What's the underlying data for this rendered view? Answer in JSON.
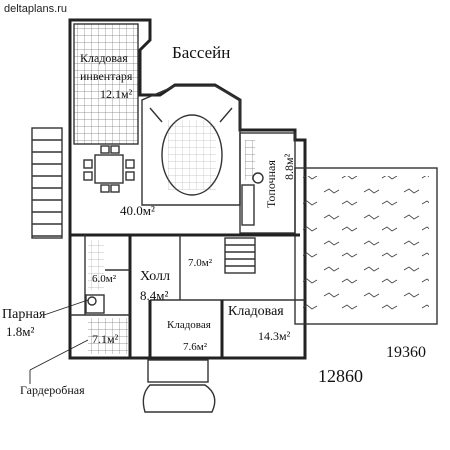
{
  "site": "deltaplans.ru",
  "rooms": {
    "pool": "Бассейн",
    "storage_inventory": {
      "name": "Кладовая инвентаря",
      "area": "12.1м²"
    },
    "living": {
      "area": "40.0м²"
    },
    "boiler": {
      "name": "Топочная",
      "area": "8.8м²"
    },
    "hall": {
      "name": "Холл",
      "area": "8.4м²"
    },
    "corridor": {
      "area": "7.0м²"
    },
    "small_room": {
      "area": "6.0м²"
    },
    "storage_small": {
      "name": "Кладовая",
      "area": "7.6м²"
    },
    "storage_large": {
      "name": "Кладовая",
      "area": "14.3м²"
    },
    "sauna": {
      "name": "Парная",
      "area": "1.8м²"
    },
    "wardrobe": {
      "name": "Гардеробная",
      "area": "7.1м²"
    }
  },
  "dimensions": {
    "width": "19360",
    "depth": "12860"
  }
}
